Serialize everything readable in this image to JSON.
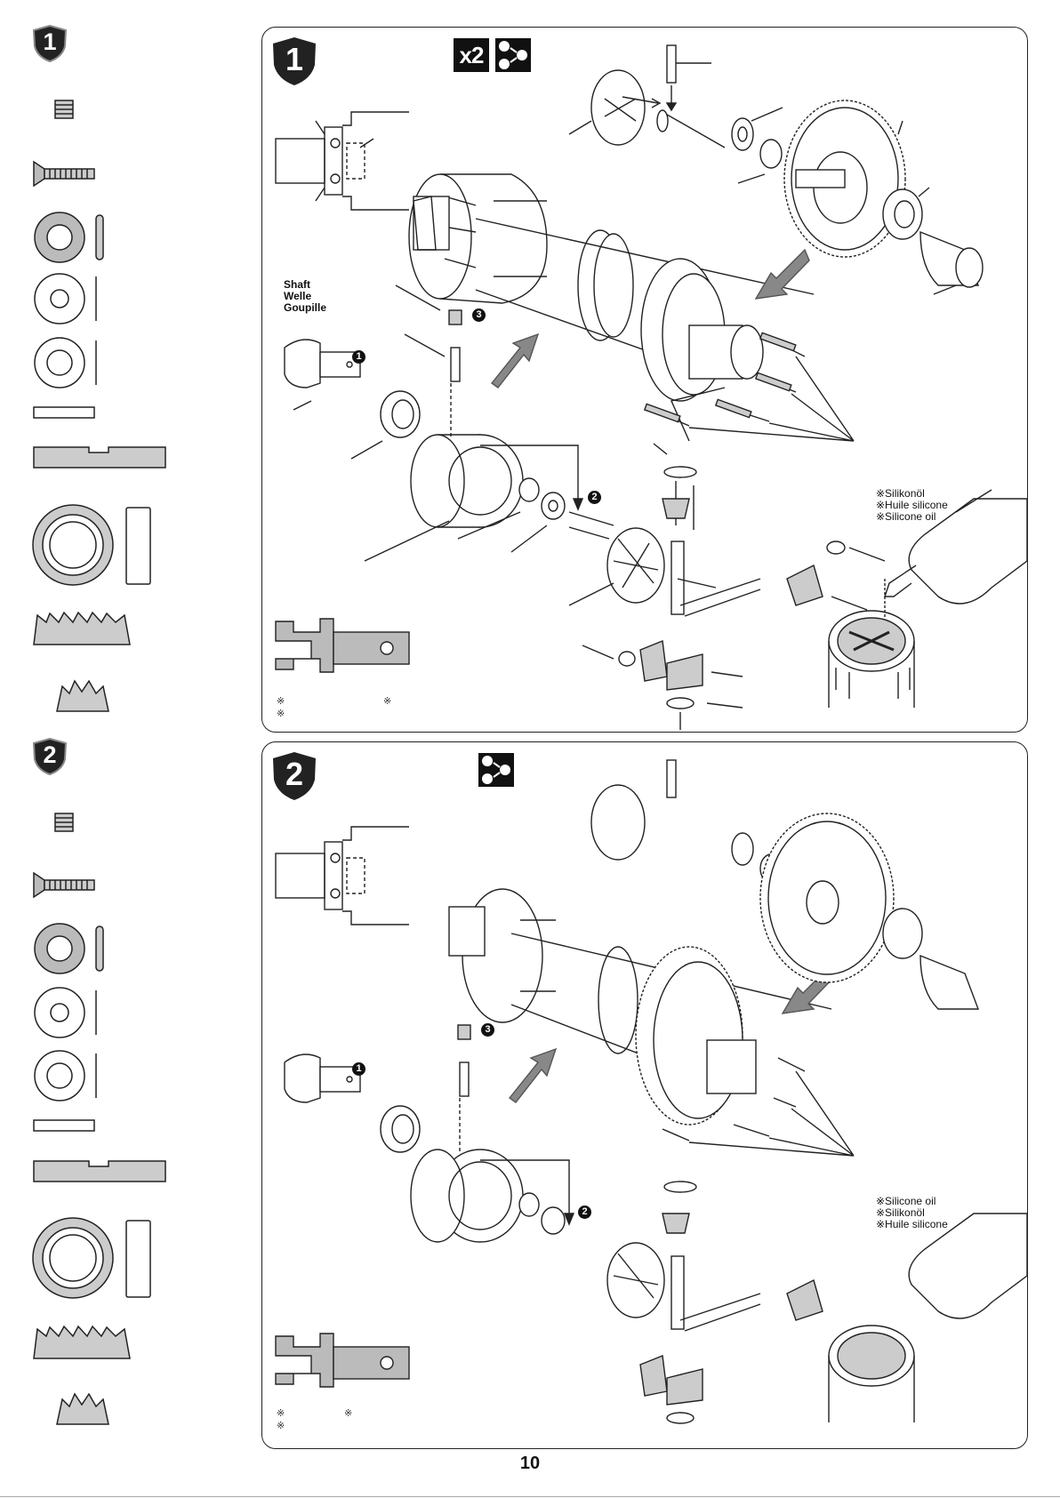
{
  "steps": [
    {
      "number": "1",
      "multiplier": "x2",
      "shaft_label": [
        "Shaft",
        "Welle",
        "Goupille"
      ],
      "oil_label": [
        "※Silikonöl",
        "※Huile silicone",
        "※Silicone oil"
      ],
      "callouts": [
        "1",
        "2",
        "3"
      ],
      "notes": [
        "※",
        "※",
        "※"
      ]
    },
    {
      "number": "2",
      "oil_label": [
        "※Silicone oil",
        "※Silikonöl",
        "※Huile silicone"
      ],
      "callouts": [
        "1",
        "2",
        "3"
      ],
      "notes": [
        "※",
        "※",
        "※"
      ]
    }
  ],
  "page_number": "10"
}
